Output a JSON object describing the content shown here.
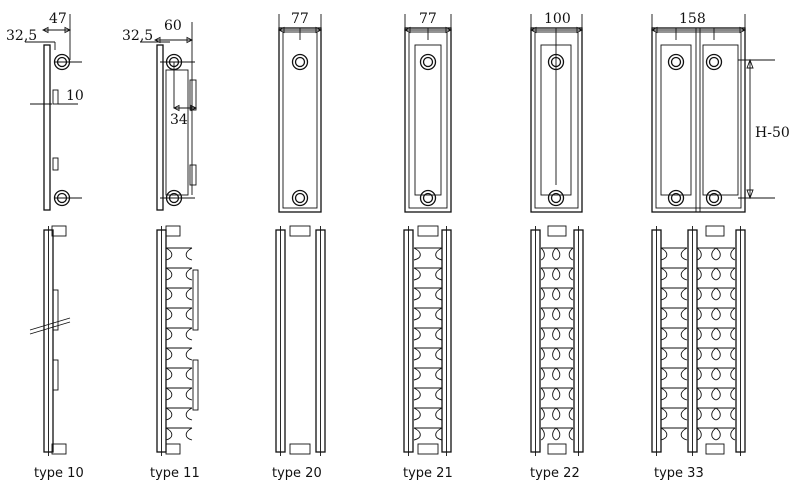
{
  "types": [
    {
      "label": "type 10",
      "dimensions": [
        "47",
        "32,5",
        "10"
      ]
    },
    {
      "label": "type 11",
      "dimensions": [
        "60",
        "32,5",
        "34"
      ]
    },
    {
      "label": "type 20",
      "dimensions": [
        "77"
      ]
    },
    {
      "label": "type 21",
      "dimensions": [
        "77"
      ]
    },
    {
      "label": "type 22",
      "dimensions": [
        "100"
      ]
    },
    {
      "label": "type 33",
      "dimensions": [
        "158"
      ]
    }
  ],
  "height_dimension": "H-50"
}
